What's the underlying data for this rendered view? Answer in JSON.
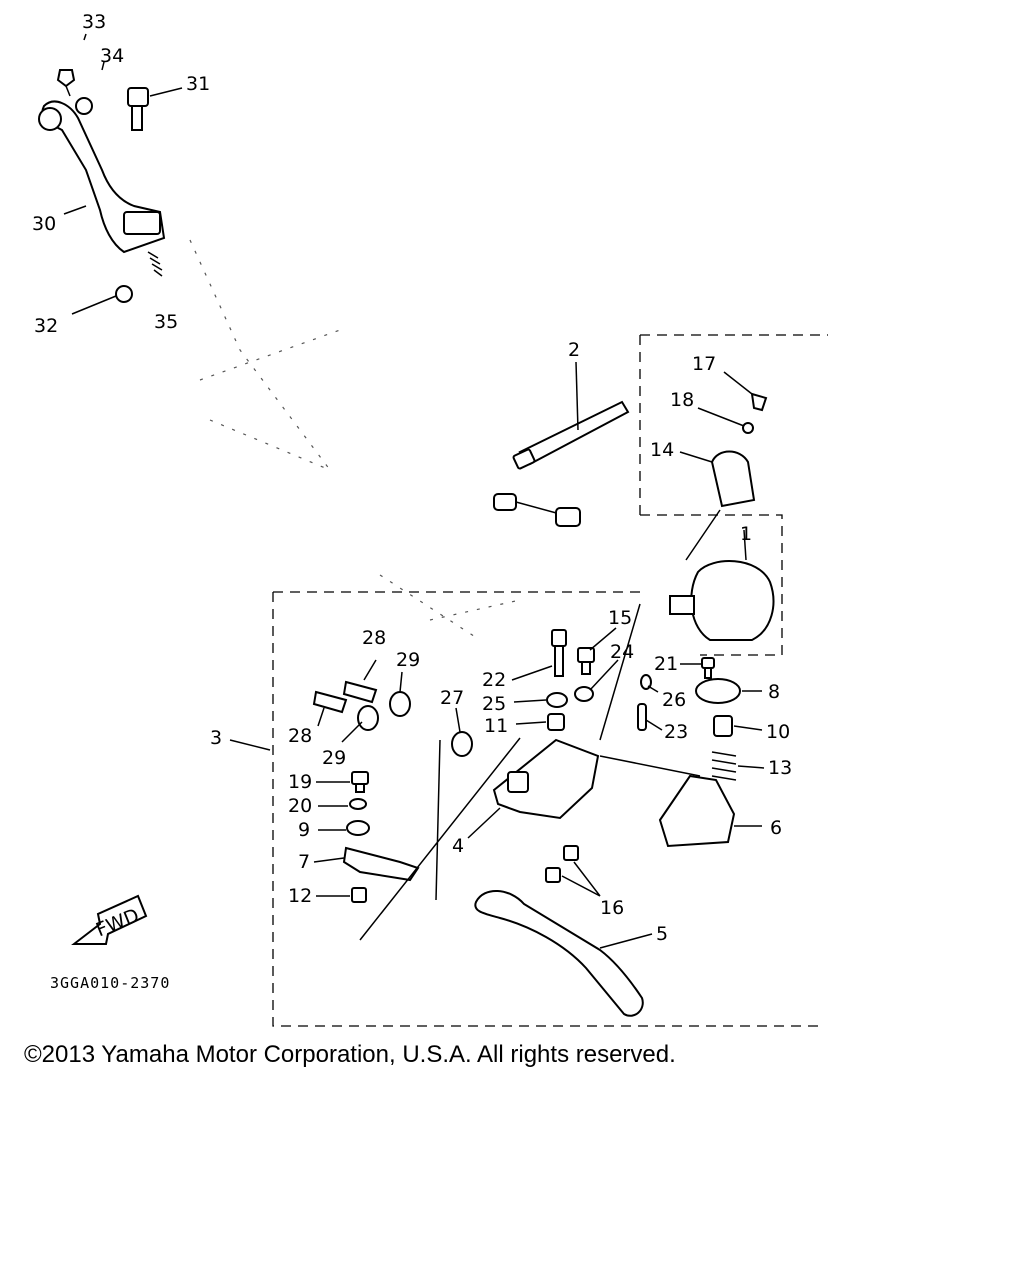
{
  "diagram": {
    "labels": {
      "l1": "1",
      "l2": "2",
      "l3": "3",
      "l4": "4",
      "l5": "5",
      "l6": "6",
      "l7": "7",
      "l8": "8",
      "l9": "9",
      "l10": "10",
      "l11": "11",
      "l12": "12",
      "l13": "13",
      "l14": "14",
      "l15": "15",
      "l16": "16",
      "l17": "17",
      "l18": "18",
      "l19": "19",
      "l20": "20",
      "l21": "21",
      "l22": "22",
      "l23": "23",
      "l24": "24",
      "l25": "25",
      "l26": "26",
      "l27": "27",
      "l28a": "28",
      "l28b": "28",
      "l29a": "29",
      "l29b": "29",
      "l30": "30",
      "l31": "31",
      "l32": "32",
      "l33": "33",
      "l34": "34",
      "l35": "35"
    },
    "fwd_label": "FWD",
    "diagram_code": "3GGA010-2370"
  },
  "footer": {
    "copyright": "©2013 Yamaha Motor Corporation, U.S.A. All rights reserved."
  }
}
